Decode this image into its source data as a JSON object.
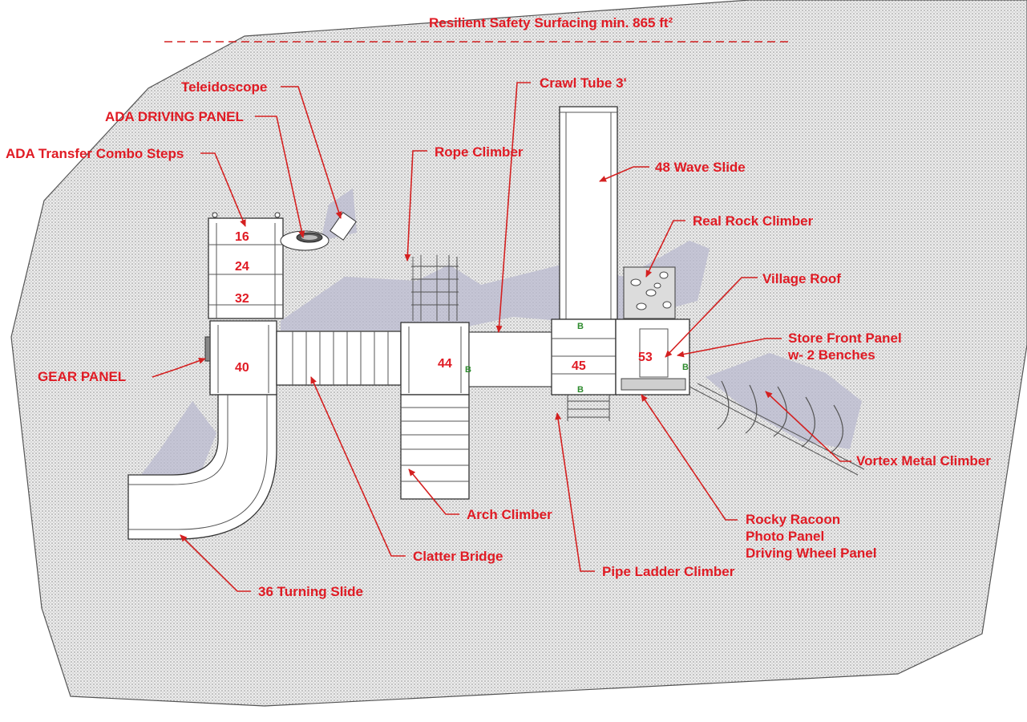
{
  "surface": {
    "label": "Resilient Safety Surfacing min. 865 ft²",
    "fill_color": "#e6e6e6"
  },
  "callouts": {
    "teleidoscope": "Teleidoscope",
    "ada_driving_panel": "ADA DRIVING PANEL",
    "ada_transfer_steps": "ADA Transfer Combo Steps",
    "crawl_tube": "Crawl Tube 3'",
    "rope_climber": "Rope Climber",
    "wave_slide": "48 Wave Slide",
    "real_rock_climber": "Real Rock Climber",
    "village_roof": "Village Roof",
    "store_front_line1": "Store Front Panel",
    "store_front_line2": "w- 2 Benches",
    "gear_panel": "GEAR PANEL",
    "vortex_climber": "Vortex Metal Climber",
    "rocky_racoon_line1": "Rocky Racoon",
    "rocky_racoon_line2": "Photo Panel",
    "rocky_racoon_line3": "Driving Wheel Panel",
    "arch_climber": "Arch Climber",
    "clatter_bridge": "Clatter Bridge",
    "pipe_ladder": "Pipe Ladder Climber",
    "turning_slide": "36 Turning Slide"
  },
  "decks": {
    "step_16": "16",
    "step_24": "24",
    "step_32": "32",
    "deck_40": "40",
    "deck_44": "44",
    "deck_45": "45",
    "deck_53": "53"
  },
  "markers": {
    "b": "B"
  },
  "colors": {
    "label_red": "#e01b24",
    "leader_red": "#d42020",
    "marker_green": "#2e8b2e",
    "shadow": "#b9b9cf"
  }
}
